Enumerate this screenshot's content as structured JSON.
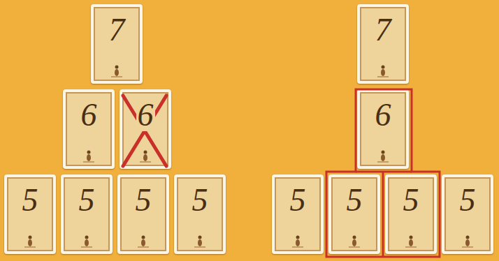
{
  "diagram": {
    "nodes": [
      {
        "text": [
          "7"
        ]
      },
      {
        "text": [
          "6"
        ]
      },
      {
        "text": [
          "6"
        ]
      },
      {
        "text": [
          "5"
        ]
      },
      {
        "text": [
          "5"
        ]
      },
      {
        "text": [
          "5"
        ]
      },
      {
        "text": [
          "5"
        ]
      },
      {
        "text": [
          "7"
        ]
      },
      {
        "text": [
          "6"
        ]
      },
      {
        "text": [
          "5"
        ]
      },
      {
        "text": [
          "5"
        ]
      },
      {
        "text": [
          "5"
        ]
      },
      {
        "text": [
          "5"
        ]
      }
    ]
  }
}
